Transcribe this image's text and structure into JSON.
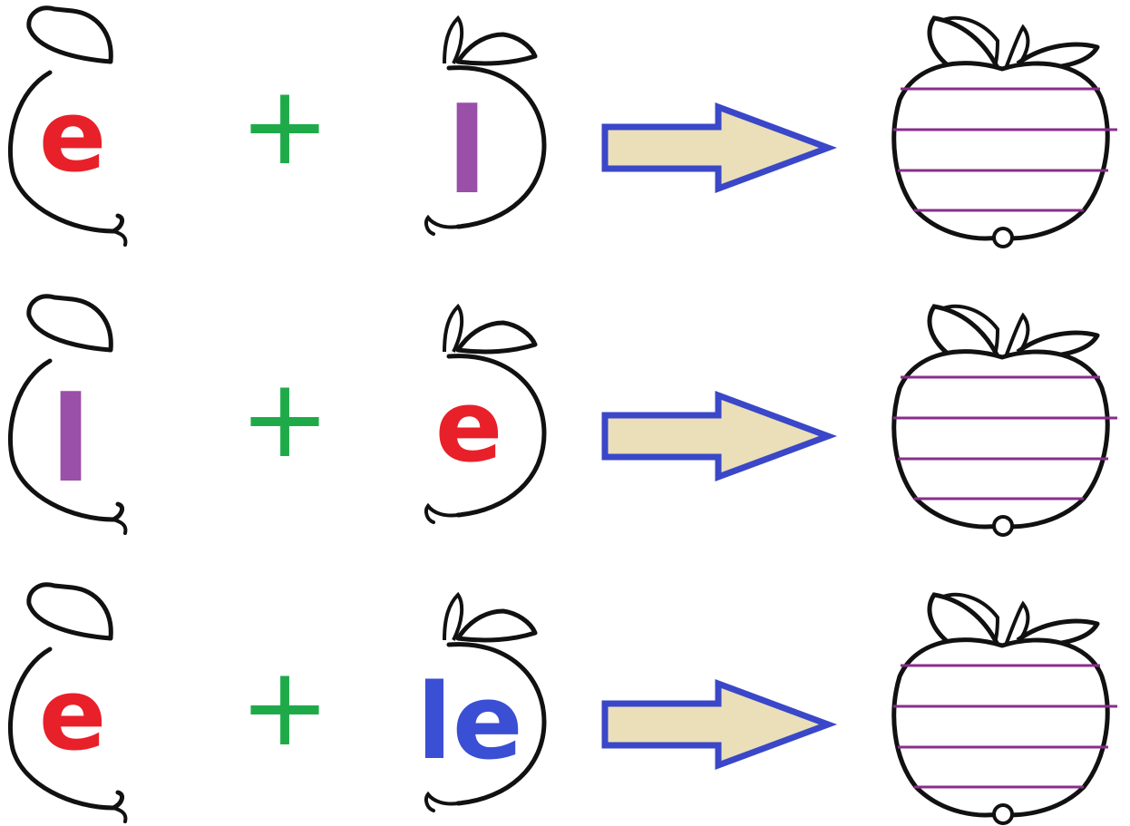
{
  "colors": {
    "outline": "#111111",
    "e_red": "#e8202a",
    "l_purple": "#9a4fa8",
    "le_blue": "#3b4fd4",
    "plus_green": "#1faa4a",
    "arrow_fill": "#eadfb8",
    "arrow_stroke": "#3a47c8",
    "line_purple": "#8a2d8c"
  },
  "rows": [
    {
      "left_apple": {
        "text": "e",
        "color": "#e8202a"
      },
      "plus": "+",
      "right_apple": {
        "text": "l",
        "color": "#9a4fa8"
      },
      "result_lines": 4
    },
    {
      "left_apple": {
        "text": "l",
        "color": "#9a4fa8"
      },
      "plus": "+",
      "right_apple": {
        "text": "e",
        "color": "#e8202a"
      },
      "result_lines": 4
    },
    {
      "left_apple": {
        "text": "e",
        "color": "#e8202a"
      },
      "plus": "+",
      "right_apple": {
        "text": "le",
        "color": "#3b4fd4"
      },
      "result_lines": 4
    }
  ],
  "icons": {
    "half_apple_left": "left-half-apple-icon",
    "half_apple_right": "right-half-apple-icon",
    "arrow": "right-arrow-icon",
    "whole_apple": "lined-apple-icon"
  }
}
